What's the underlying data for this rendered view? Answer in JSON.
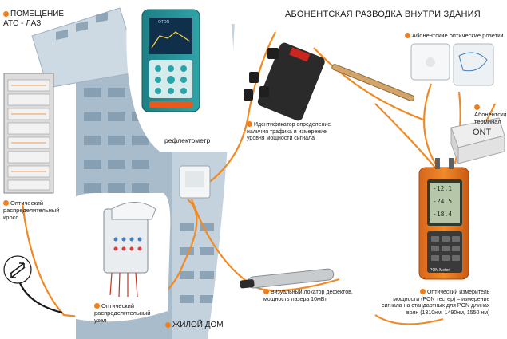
{
  "diagram": {
    "section_title": "АБОНЕНТСКАЯ РАЗВОДКА ВНУТРИ ЗДАНИЯ",
    "labels": {
      "exchange_room": "ПОМЕЩЕНИЕ\nАТС - ЛАЗ",
      "distribution_frame": "Оптический\nраспределительный\nкросс",
      "reflectometer": "рефлектометр",
      "distribution_node": "Оптический\nраспределительный\nузел",
      "residential_building": "ЖИЛОЙ ДОМ",
      "identifier": "Идентификатор определение\nналичия трафика и измерение\nуровня мощности сигнала",
      "optical_sockets": "Абонентские оптические розетки",
      "subscriber_terminal": "Абонентский\nтерминал",
      "visual_locator": "Визуальный локатор дефектов,\nмощность лазера 10мВт",
      "power_meter": "Оптический измеритель\nмощности (PON тестер) – измерение\nсигнала на стандартных для PON длинах\nволн (1310нм, 1490нм, 1550 нм)"
    },
    "device_text": {
      "ont": "ONT",
      "otdr_brand": "OTDR",
      "meter_readings": [
        "-12.1",
        "-24.5",
        "-18.4"
      ],
      "meter_brand": "PON Meter"
    },
    "colors": {
      "accent": "#ef7f1a",
      "cable": "#f08a24",
      "meter_body": "#e8741c",
      "building": "#9fb6c8",
      "sky": "#dfe9f1"
    }
  }
}
